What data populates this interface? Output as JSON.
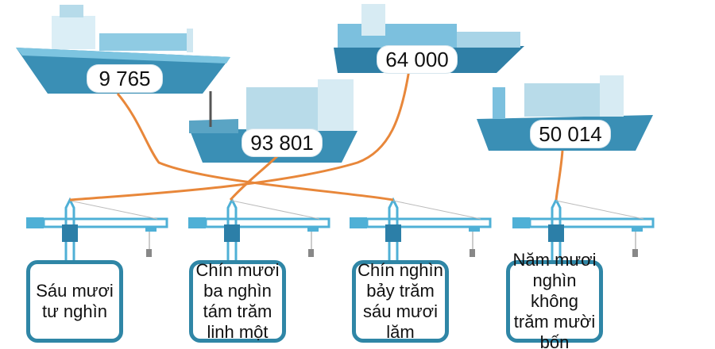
{
  "ships": [
    {
      "number": "9 765"
    },
    {
      "number": "93 801"
    },
    {
      "number": "64 000"
    },
    {
      "number": "50 014"
    }
  ],
  "cranes": [
    {
      "label": "Sáu mươi tư nghìn"
    },
    {
      "label": "Chín mươi ba nghìn tám trăm linh một"
    },
    {
      "label": "Chín nghìn bảy trăm sáu mươi lăm"
    },
    {
      "label": "Năm mươi nghìn không trăm mười bốn"
    }
  ],
  "matches": [
    {
      "number": "9 765",
      "label": "Chín nghìn bảy trăm sáu mươi lăm"
    },
    {
      "number": "93 801",
      "label": "Chín mươi ba nghìn tám trăm linh một"
    },
    {
      "number": "64 000",
      "label": "Sáu mươi tư nghìn"
    },
    {
      "number": "50 014",
      "label": "Năm mươi nghìn không trăm mười bốn"
    }
  ],
  "colors": {
    "line": "#e8873a",
    "box_border": "#2f86a6",
    "crane": "#4fb0d6",
    "hull": "#3a8fb5"
  }
}
